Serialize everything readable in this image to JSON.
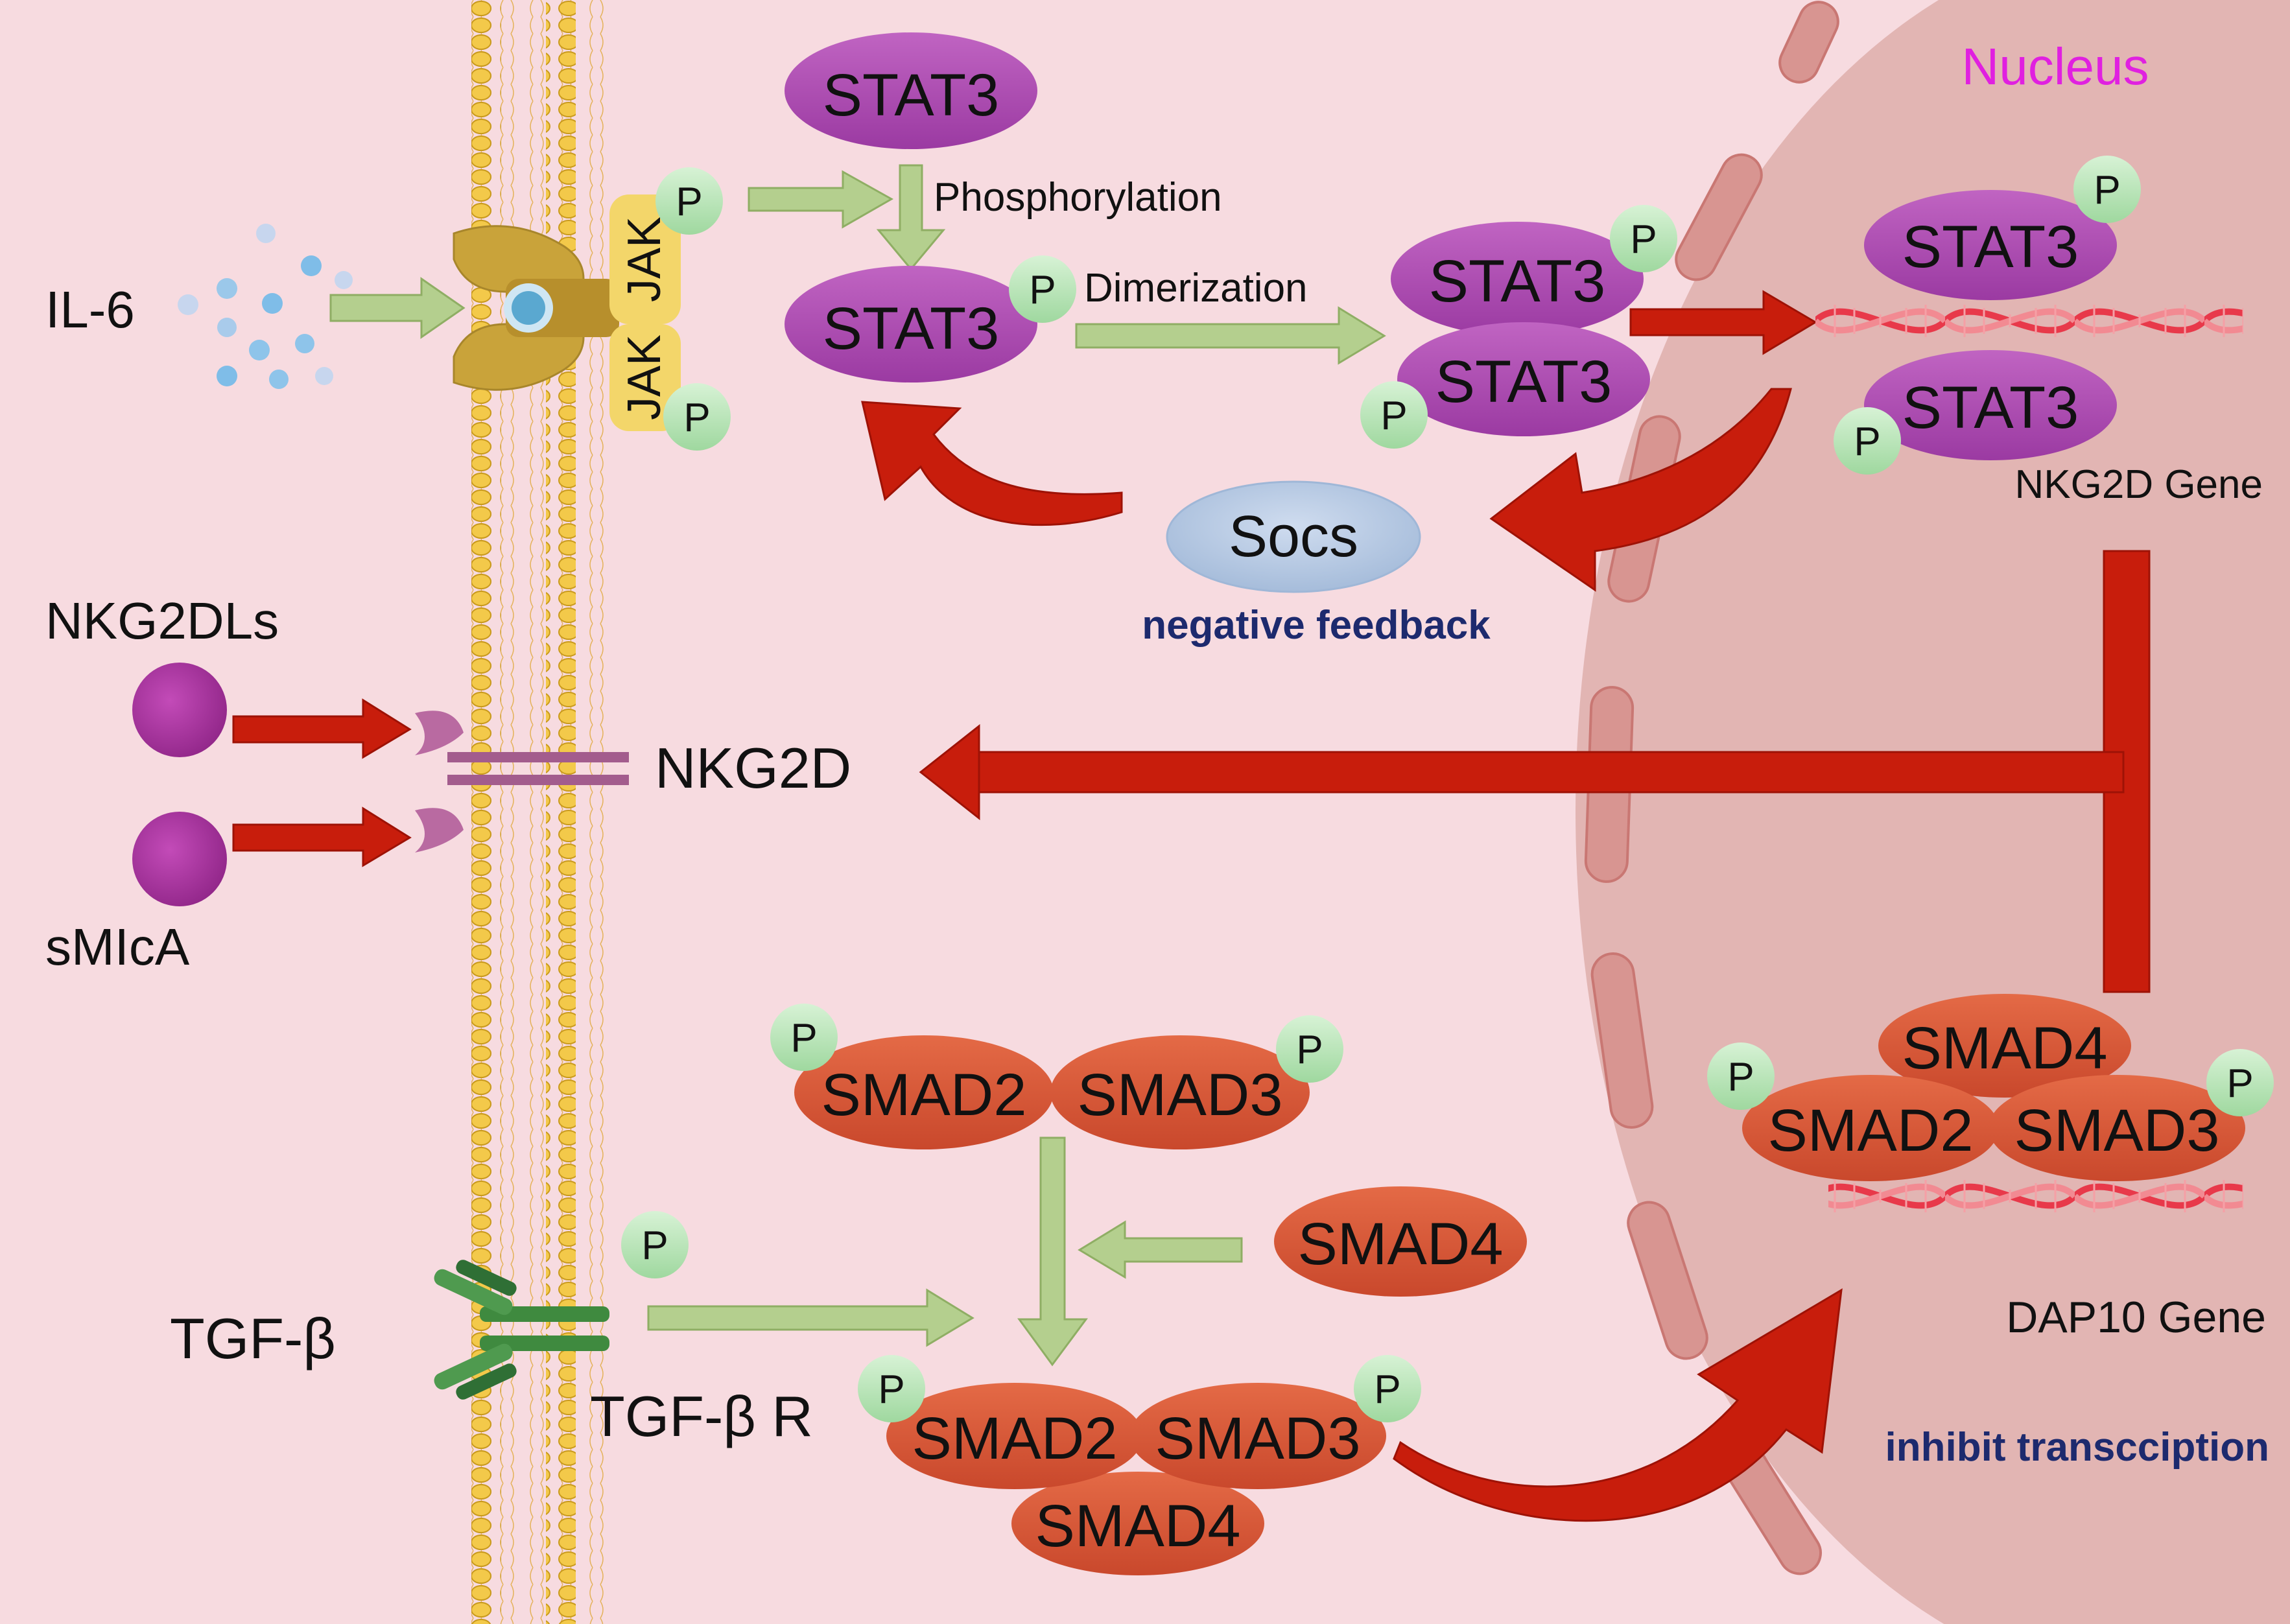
{
  "labels": {
    "il6": "IL-6",
    "jak_top": "JAK",
    "jak_bottom": "JAK",
    "phosphorylation": "Phosphorylation",
    "dimerization": "Dimerization",
    "nucleus": "Nucleus",
    "stat3": "STAT3",
    "p": "P",
    "nkg2d_gene": "NKG2D Gene",
    "socs": "Socs",
    "negative_feedback": "negative feedback",
    "nkg2dls": "NKG2DLs",
    "smica": "sMIcA",
    "nkg2d": "NKG2D",
    "smad2": "SMAD2",
    "smad3": "SMAD3",
    "smad4": "SMAD4",
    "dap10_gene": "DAP10 Gene",
    "tgfb": "TGF-β",
    "tgfb_r": "TGF-β R",
    "inhibit": "inhibit transcciption"
  },
  "colors": {
    "background": "#f7dbe0",
    "nucleus_fill": "#e0b3b0",
    "nucleus_label": "#e020e0",
    "membrane_head": "#f1c84a",
    "stat3": "#b24ab5",
    "smad": "#d9583a",
    "phospho": "#b5e3b5",
    "socs": "#b7cbe3",
    "green_arrow": "#b4cf8e",
    "red_arrow": "#c81d0c",
    "ligand": "#a8339c",
    "receptor_tgf": "#3f8a3f",
    "feedback_text": "#1d2a6e",
    "jak": "#f3d66a",
    "il6_receptor": "#c9a33a"
  }
}
